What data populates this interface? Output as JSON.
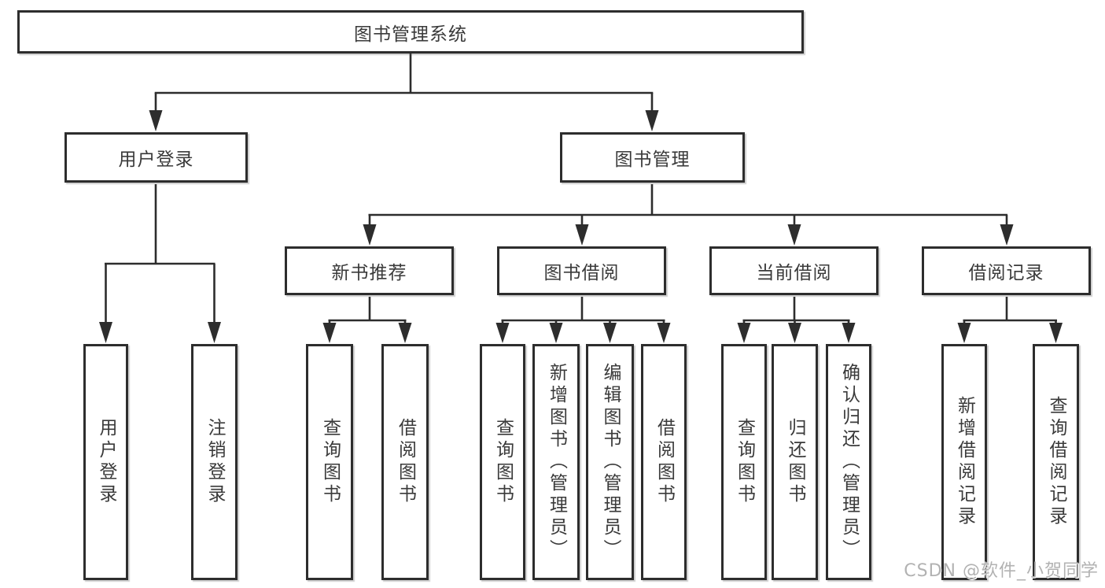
{
  "diagram": {
    "type": "hierarchy-tree",
    "title": "图书管理系统"
  },
  "nodes": {
    "root": {
      "label": "图书管理系统"
    },
    "user_login": {
      "label": "用户登录"
    },
    "book_management": {
      "label": "图书管理"
    },
    "new_book_recommend": {
      "label": "新书推荐"
    },
    "book_borrow": {
      "label": "图书借阅"
    },
    "current_borrow": {
      "label": "当前借阅"
    },
    "borrow_records": {
      "label": "借阅记录"
    }
  },
  "leaves": [
    {
      "label": "用户登录",
      "parent": "用户登录"
    },
    {
      "label": "注销登录",
      "parent": "用户登录"
    },
    {
      "label": "查询图书",
      "parent": "新书推荐"
    },
    {
      "label": "借阅图书",
      "parent": "新书推荐"
    },
    {
      "label": "查询图书",
      "parent": "图书借阅"
    },
    {
      "label": "新增图书（管理员）",
      "parent": "图书借阅"
    },
    {
      "label": "编辑图书（管理员）",
      "parent": "图书借阅"
    },
    {
      "label": "借阅图书",
      "parent": "图书借阅"
    },
    {
      "label": "查询图书",
      "parent": "当前借阅"
    },
    {
      "label": "归还图书",
      "parent": "当前借阅"
    },
    {
      "label": "确认归还（管理员）",
      "parent": "当前借阅"
    },
    {
      "label": "新增借阅记录",
      "parent": "借阅记录"
    },
    {
      "label": "查询借阅记录",
      "parent": "借阅记录"
    }
  ],
  "hierarchy": {
    "图书管理系统": [
      "用户登录",
      "图书管理"
    ],
    "用户登录": [
      "用户登录",
      "注销登录"
    ],
    "图书管理": [
      "新书推荐",
      "图书借阅",
      "当前借阅",
      "借阅记录"
    ],
    "新书推荐": [
      "查询图书",
      "借阅图书"
    ],
    "图书借阅": [
      "查询图书",
      "新增图书（管理员）",
      "编辑图书（管理员）",
      "借阅图书"
    ],
    "当前借阅": [
      "查询图书",
      "归还图书",
      "确认归还（管理员）"
    ],
    "借阅记录": [
      "新增借阅记录",
      "查询借阅记录"
    ]
  },
  "colors": {
    "background": "#ffffff",
    "box_border": "#2d2d2d",
    "line": "#2d2d2d",
    "text": "#3a3a3a",
    "watermark": "#b2b2b2"
  },
  "watermark": {
    "text": "CSDN @软件_小贺同学"
  }
}
